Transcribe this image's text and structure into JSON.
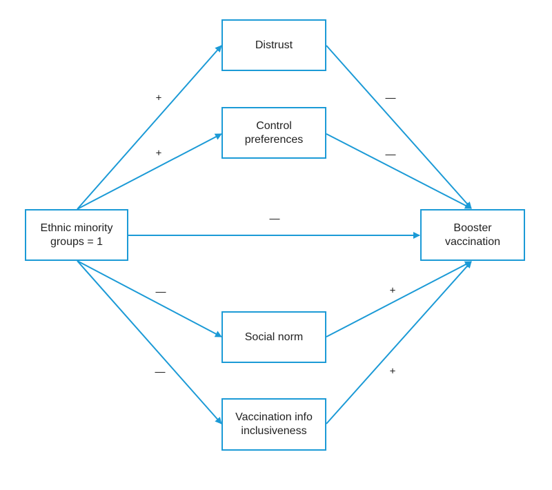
{
  "diagram": {
    "accent_color": "#1b9ad6",
    "nodes": {
      "ethnic": {
        "label": "Ethnic minority\ngroups = 1"
      },
      "distrust": {
        "label": "Distrust"
      },
      "control": {
        "label": "Control\npreferences"
      },
      "booster": {
        "label": "Booster\nvaccination"
      },
      "social": {
        "label": "Social norm"
      },
      "vaccinfo": {
        "label": "Vaccination info\ninclusiveness"
      }
    },
    "edges": {
      "ethnic_distrust": {
        "from": "Ethnic minority groups = 1",
        "to": "Distrust",
        "sign": "+"
      },
      "ethnic_control": {
        "from": "Ethnic minority groups = 1",
        "to": "Control preferences",
        "sign": "+"
      },
      "ethnic_booster": {
        "from": "Ethnic minority groups = 1",
        "to": "Booster vaccination",
        "sign": "—"
      },
      "ethnic_social": {
        "from": "Ethnic minority groups = 1",
        "to": "Social norm",
        "sign": "—"
      },
      "ethnic_vaccinfo": {
        "from": "Ethnic minority groups = 1",
        "to": "Vaccination info inclusiveness",
        "sign": "—"
      },
      "distrust_booster": {
        "from": "Distrust",
        "to": "Booster vaccination",
        "sign": "—"
      },
      "control_booster": {
        "from": "Control preferences",
        "to": "Booster vaccination",
        "sign": "—"
      },
      "social_booster": {
        "from": "Social norm",
        "to": "Booster vaccination",
        "sign": "+"
      },
      "vaccinfo_booster": {
        "from": "Vaccination info inclusiveness",
        "to": "Booster vaccination",
        "sign": "+"
      }
    }
  }
}
